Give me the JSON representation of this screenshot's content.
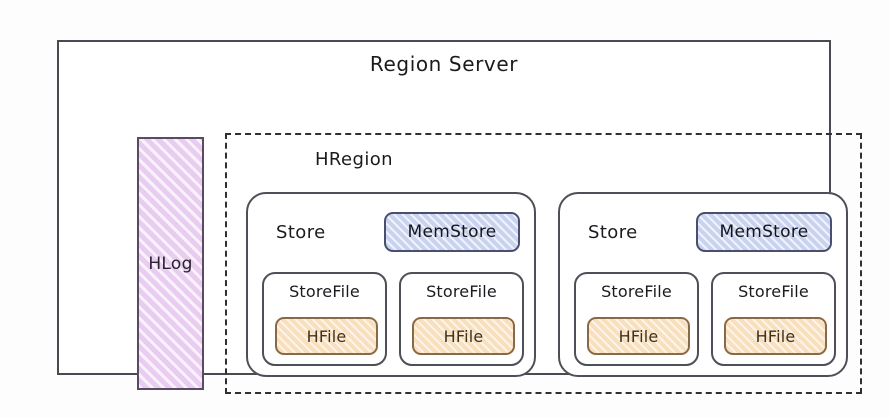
{
  "diagram": {
    "title": "Region Server",
    "wal": {
      "label": "HLog",
      "fill_color": "#e8cdf0",
      "border_color": "#5b4a63"
    },
    "region": {
      "label": "HRegion",
      "border_style": "dashed",
      "border_color": "#2f2f35"
    },
    "stores": [
      {
        "label": "Store",
        "memstore": {
          "label": "MemStore",
          "fill_color": "#c9d3ef",
          "border_color": "#47506e"
        },
        "storefiles": [
          {
            "label": "StoreFile",
            "hfile": {
              "label": "HFile",
              "fill_color": "#f9dfbe",
              "border_color": "#8a6a45"
            }
          },
          {
            "label": "StoreFile",
            "hfile": {
              "label": "HFile",
              "fill_color": "#f9dfbe",
              "border_color": "#8a6a45"
            }
          }
        ]
      },
      {
        "label": "Store",
        "memstore": {
          "label": "MemStore",
          "fill_color": "#c9d3ef",
          "border_color": "#47506e"
        },
        "storefiles": [
          {
            "label": "StoreFile",
            "hfile": {
              "label": "HFile",
              "fill_color": "#f9dfbe",
              "border_color": "#8a6a45"
            }
          },
          {
            "label": "StoreFile",
            "hfile": {
              "label": "HFile",
              "fill_color": "#f9dfbe",
              "border_color": "#8a6a45"
            }
          }
        ]
      }
    ]
  }
}
